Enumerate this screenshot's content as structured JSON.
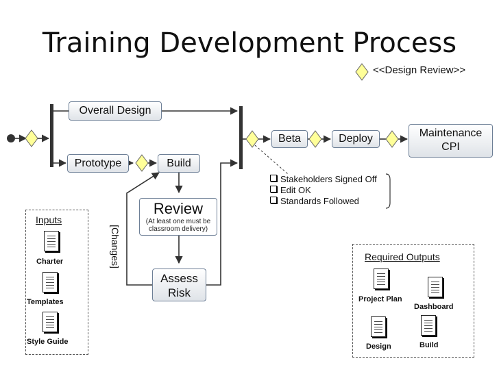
{
  "title": "Training Development Process",
  "legend": {
    "diamond_label": "<<Design Review>>"
  },
  "steps": {
    "overall_design": "Overall Design",
    "prototype": "Prototype",
    "build": "Build",
    "review_title": "Review",
    "review_note_1": "(At least one must be",
    "review_note_2": "classroom delivery)",
    "assess_line_1": "Assess",
    "assess_line_2": "Risk",
    "beta": "Beta",
    "deploy": "Deploy",
    "maintenance_line_1": "Maintenance",
    "maintenance_line_2": "CPI",
    "changes": "[Changes]"
  },
  "checklist": [
    "Stakeholders Signed Off",
    "Edit OK",
    "Standards Followed"
  ],
  "inputs": {
    "title": "Inputs",
    "items": [
      "Charter",
      "Templates",
      "Style Guide"
    ]
  },
  "outputs": {
    "title": "Required Outputs",
    "items": [
      "Project Plan",
      "Dashboard",
      "Design",
      "Build"
    ]
  },
  "colors": {
    "diamond_fill": "#ffff99",
    "box_border": "#6d7f96",
    "bar": "#333333"
  }
}
